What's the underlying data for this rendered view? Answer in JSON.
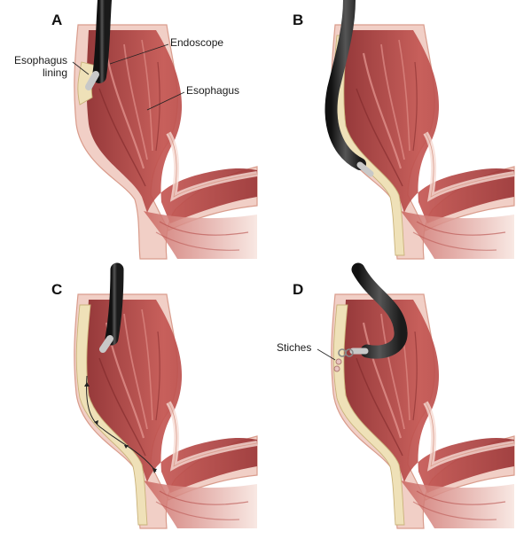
{
  "panels": [
    {
      "letter": "A"
    },
    {
      "letter": "B"
    },
    {
      "letter": "C"
    },
    {
      "letter": "D"
    }
  ],
  "labels": {
    "endoscope": "Endoscope",
    "esophagus": "Esophagus",
    "lining_line1": "Esophagus",
    "lining_line2": "lining",
    "stiches": "Stiches"
  },
  "colors": {
    "outer_wall": "#f1cfc6",
    "wall_edge": "#d99c8c",
    "lumen": "#b84a48",
    "lumen_shadow": "#8e2c2e",
    "submucosa": "#efe1b8",
    "scope_body": "#2c2c2c",
    "scope_tip": "#c8c8c8"
  }
}
